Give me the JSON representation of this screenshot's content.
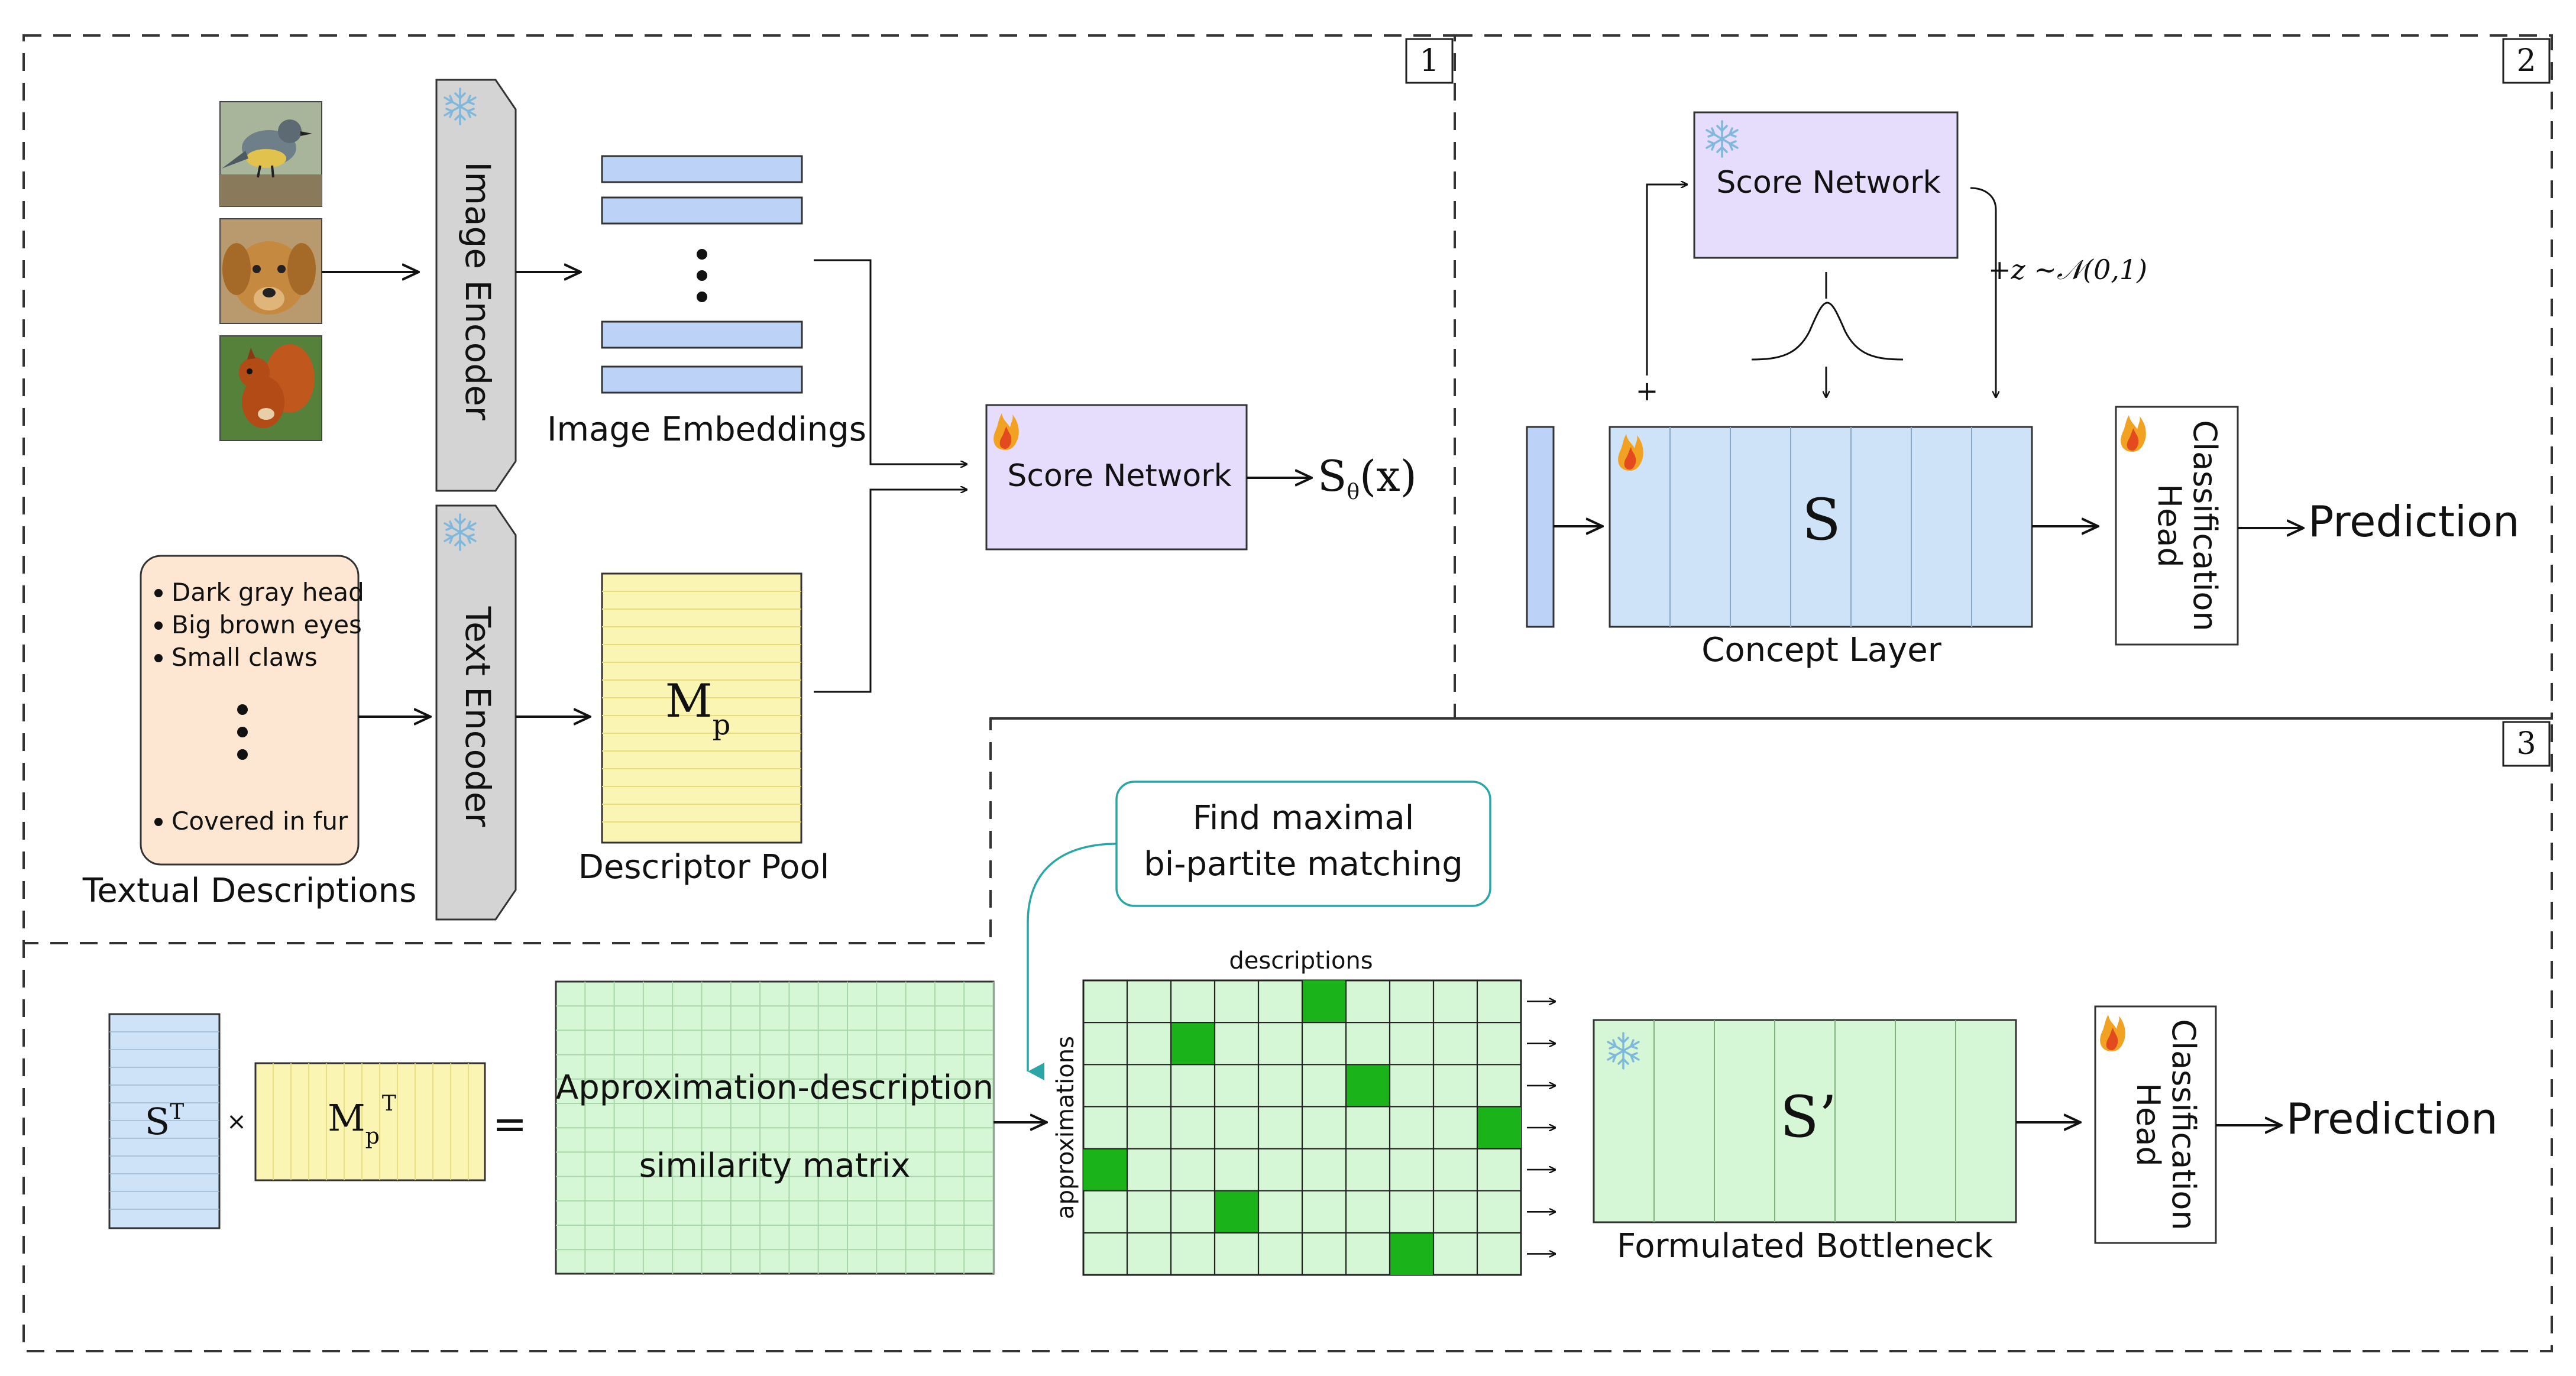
{
  "panels": {
    "one": "1",
    "two": "2",
    "three": "3"
  },
  "part1": {
    "image_encoder": "Image Encoder",
    "text_encoder": "Text Encoder",
    "image_embeddings": "Image Embeddings",
    "text_items": [
      "Dark gray head",
      "Big brown eyes",
      "Small claws",
      "Covered in fur"
    ],
    "textual_descriptions": "Textual Descriptions",
    "descriptor_pool": "Descriptor Pool",
    "mp_main": "M",
    "mp_sub": "p",
    "score_network": "Score Network",
    "score_out_s": "S",
    "score_out_theta": "θ",
    "score_out_x": "(x)"
  },
  "part2": {
    "score_network": "Score Network",
    "noise": "+z ~𝒩(0,1)",
    "plus": "+",
    "s": "S",
    "concept_layer": "Concept Layer",
    "classification_head": [
      "Classification",
      "Head"
    ],
    "prediction": "Prediction"
  },
  "part3": {
    "st_main": "S",
    "st_sup": "T",
    "times": "×",
    "equals": "=",
    "mpt_main": "M",
    "mpt_sub": "p",
    "mpt_sup": "T",
    "matrix_line1": "Approximation-description",
    "matrix_line2": "similarity matrix",
    "find_line1": "Find maximal",
    "find_line2": "bi-partite matching",
    "descriptions": "descriptions",
    "approximations": "approximations",
    "s_prime": "S’",
    "formulated_bottleneck": "Formulated Bottleneck",
    "classification_head": [
      "Classification",
      "Head"
    ],
    "prediction": "Prediction"
  },
  "icons": {
    "frozen": "snowflake-icon",
    "trainable": "flame-icon"
  },
  "colors": {
    "embedding_blue": "#bcd3f7",
    "score_purple": "#e6dcfb",
    "concept_blue": "#cfe3f8",
    "pool_yellow": "#fbf5b4",
    "text_box_peach": "#fde7d2",
    "encoder_gray": "#d4d4d4",
    "matrix_green": "#d6f7d6",
    "match_green": "#1ab31a",
    "teal": "#2aa6a6"
  },
  "matching_grid": {
    "rows": 7,
    "cols": 10,
    "matches": [
      [
        0,
        5
      ],
      [
        1,
        2
      ],
      [
        2,
        6
      ],
      [
        3,
        9
      ],
      [
        4,
        0
      ],
      [
        5,
        3
      ],
      [
        6,
        7
      ]
    ]
  }
}
